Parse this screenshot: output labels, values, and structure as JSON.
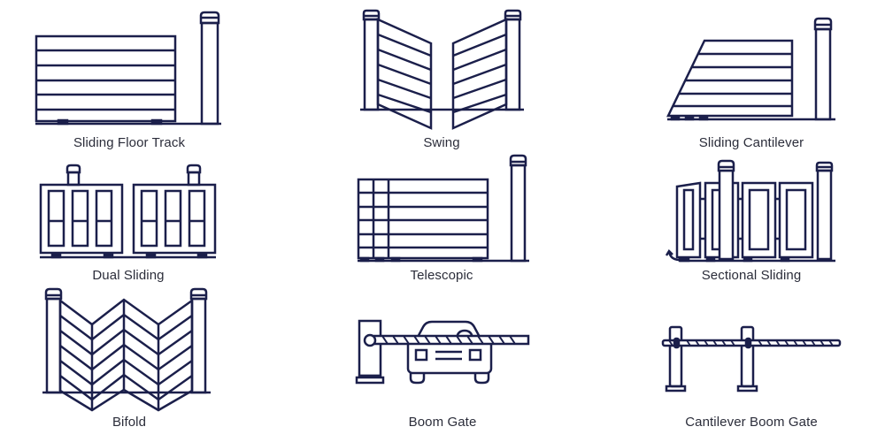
{
  "colors": {
    "line": "#1b1f4b",
    "label_text": "#2b2d3a",
    "background": "#ffffff"
  },
  "gate_types": [
    {
      "id": "sliding-floor-track",
      "label": "Sliding Floor Track",
      "icon": "sliding-floor-track-gate-icon"
    },
    {
      "id": "swing",
      "label": "Swing",
      "icon": "swing-gate-icon"
    },
    {
      "id": "sliding-cantilever",
      "label": "Sliding Cantilever",
      "icon": "sliding-cantilever-gate-icon"
    },
    {
      "id": "dual-sliding",
      "label": "Dual Sliding",
      "icon": "dual-sliding-gate-icon"
    },
    {
      "id": "telescopic",
      "label": "Telescopic",
      "icon": "telescopic-gate-icon"
    },
    {
      "id": "sectional-sliding",
      "label": "Sectional Sliding",
      "icon": "sectional-sliding-gate-icon"
    },
    {
      "id": "bifold",
      "label": "Bifold",
      "icon": "bifold-gate-icon"
    },
    {
      "id": "boom-gate",
      "label": "Boom Gate",
      "icon": "boom-gate-icon"
    },
    {
      "id": "cantilever-boom-gate",
      "label": "Cantilever Boom Gate",
      "icon": "cantilever-boom-gate-icon"
    }
  ]
}
